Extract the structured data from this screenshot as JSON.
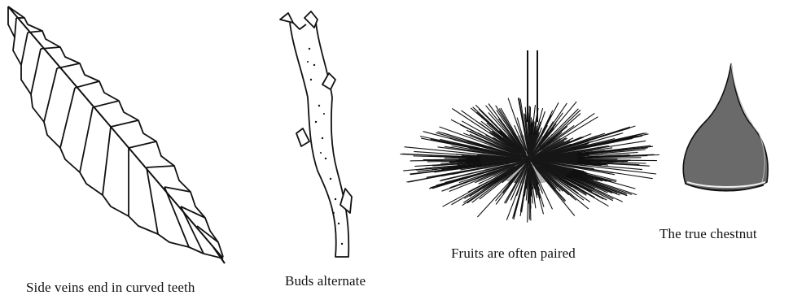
{
  "figures": [
    {
      "id": "leaf",
      "caption": "Side veins end in curved teeth",
      "icon": "serrated-leaf-illustration"
    },
    {
      "id": "twig",
      "caption": "Buds alternate",
      "icon": "budded-twig-illustration"
    },
    {
      "id": "burr",
      "caption": "Fruits are often paired",
      "icon": "spiny-burr-illustration"
    },
    {
      "id": "nut",
      "caption": "The true chestnut",
      "icon": "chestnut-nut-illustration"
    }
  ]
}
